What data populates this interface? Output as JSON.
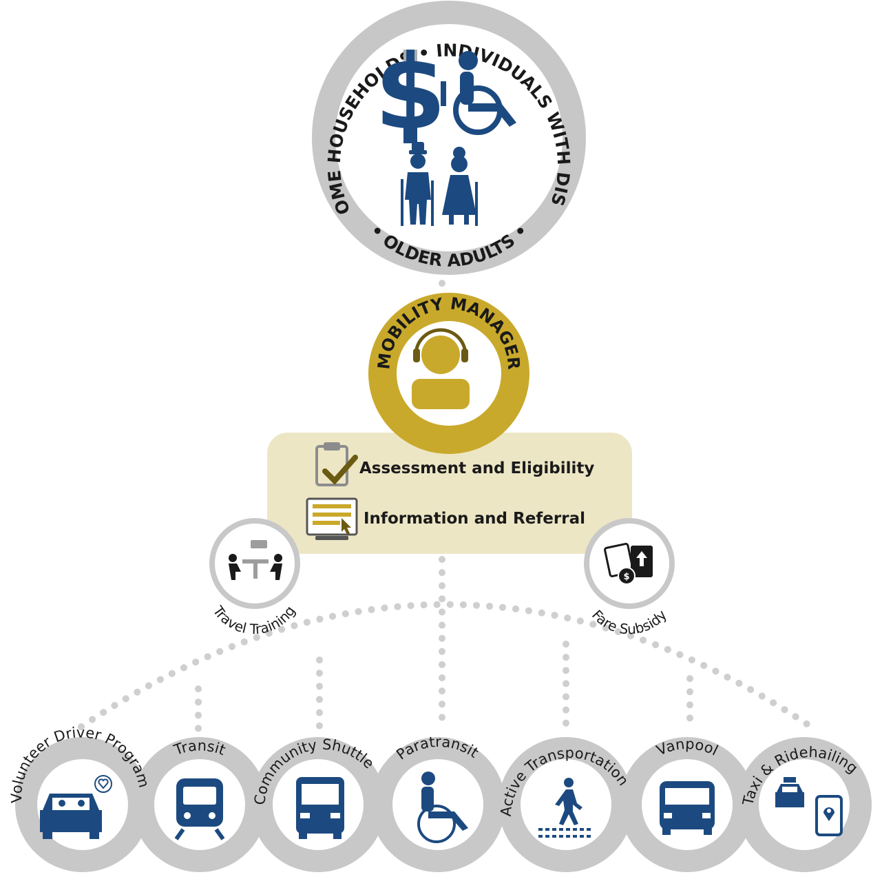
{
  "populations": {
    "arc_top_left": "LOW-INCOME HOUSEHOLDS",
    "separator": "•",
    "arc_top_right": "INDIVIDUALS WITH DISABILITIES",
    "arc_bottom": "• OLDER ADULTS •"
  },
  "mobility_manager": {
    "label": "MOBILITY MANAGER"
  },
  "services": {
    "assessment": "Assessment and Eligibility",
    "information": "Information and Referral"
  },
  "side_services": {
    "travel_training": "Travel Training",
    "fare_subsidy": "Fare Subsidy"
  },
  "modes": [
    {
      "label": "Volunteer Driver Program",
      "icon": "car-heart-icon"
    },
    {
      "label": "Transit",
      "icon": "train-icon"
    },
    {
      "label": "Community Shuttle",
      "icon": "bus-icon"
    },
    {
      "label": "Paratransit",
      "icon": "wheelchair-icon"
    },
    {
      "label": "Active Transportation",
      "icon": "pedestrian-icon"
    },
    {
      "label": "Vanpool",
      "icon": "van-icon"
    },
    {
      "label": "Taxi & Ridehailing",
      "icon": "taxi-phone-icon"
    }
  ],
  "colors": {
    "navy": "#1c4a80",
    "gold": "#c9a92b",
    "gray_ring": "#c8c8c8",
    "gray_dots": "#cfcfcf",
    "panel": "#ede6c5"
  }
}
